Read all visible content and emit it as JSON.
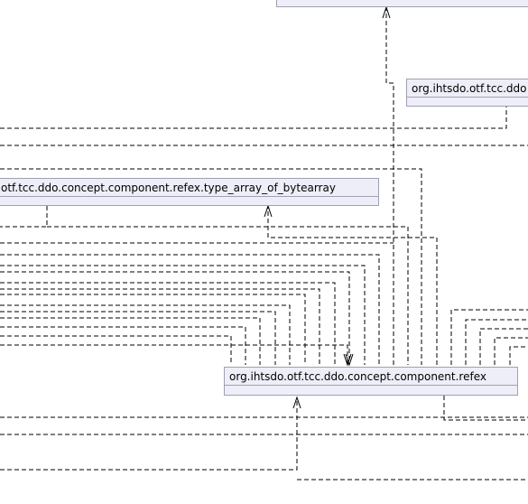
{
  "diagram": {
    "packages": [
      {
        "id": "top",
        "name": ""
      },
      {
        "id": "ddo",
        "name": "org.ihtsdo.otf.tcc.ddo"
      },
      {
        "id": "bytearray",
        "name": "otf.tcc.ddo.concept.component.refex.type_array_of_bytearray"
      },
      {
        "id": "refex",
        "name": "org.ihtsdo.otf.tcc.ddo.concept.component.refex"
      }
    ],
    "edge_style": "dashed",
    "arrowhead": "open"
  }
}
